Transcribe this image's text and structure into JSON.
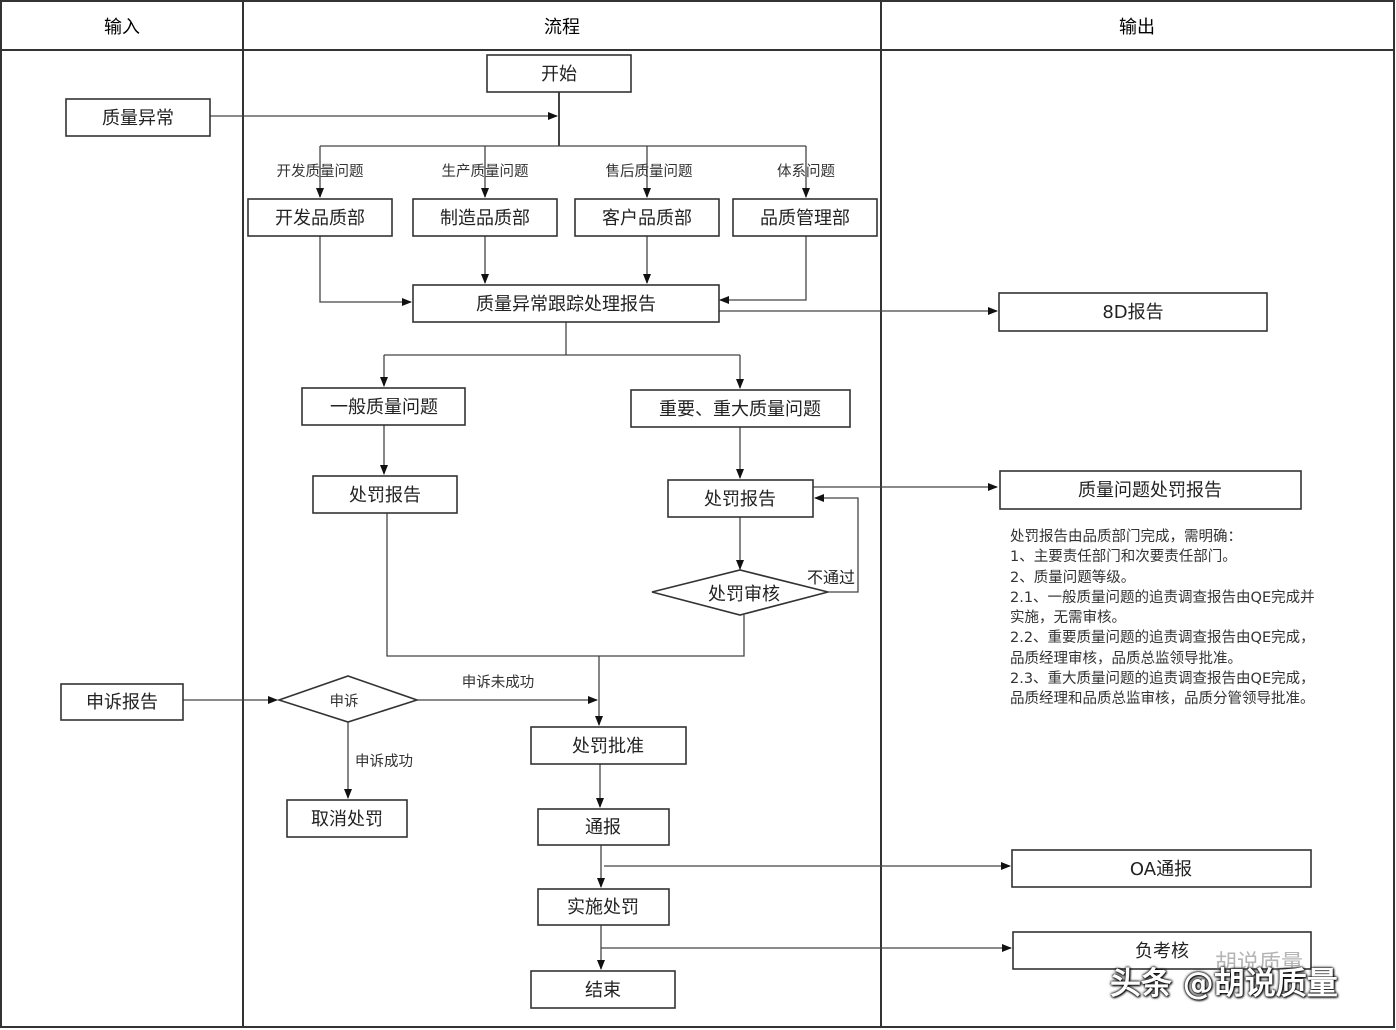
{
  "lanes": {
    "input": "输入",
    "process": "流程",
    "output": "输出"
  },
  "inputs": {
    "quality_anomaly": "质量异常",
    "appeal_report": "申诉报告"
  },
  "flow": {
    "start": "开始",
    "categories": [
      "开发质量问题",
      "生产质量问题",
      "售后质量问题",
      "体系问题"
    ],
    "departments": [
      "开发品质部",
      "制造品质部",
      "客户品质部",
      "品质管理部"
    ],
    "tracking_report": "质量异常跟踪处理报告",
    "general_issue": "一般质量问题",
    "major_issue": "重要、重大质量问题",
    "penalty_report_left": "处罚报告",
    "penalty_report_right": "处罚报告",
    "penalty_review": "处罚审核",
    "not_passed": "不通过",
    "appeal": "申诉",
    "appeal_failed": "申诉未成功",
    "appeal_success": "申诉成功",
    "cancel_penalty": "取消处罚",
    "penalty_approval": "处罚批准",
    "notify": "通报",
    "execute_penalty": "实施处罚",
    "end": "结束"
  },
  "outputs": {
    "report_8d": "8D报告",
    "quality_penalty_report": "质量问题处罚报告",
    "oa_notice": "OA通报",
    "assessment": "负考核"
  },
  "notes": [
    "处罚报告由品质部门完成，需明确：",
    "1、主要责任部门和次要责任部门。",
    "2、质量问题等级。",
    "2.1、一般质量问题的追责调查报告由QE完成并",
    "实施，无需审核。",
    "2.2、重要质量问题的追责调查报告由QE完成，",
    "品质经理审核，品质总监领导批准。",
    "2.3、重大质量问题的追责调查报告由QE完成，",
    "品质经理和品质总监审核，品质分管领导批准。"
  ],
  "watermark": {
    "main": "头条 @胡说质量",
    "faint": "胡说质量"
  }
}
